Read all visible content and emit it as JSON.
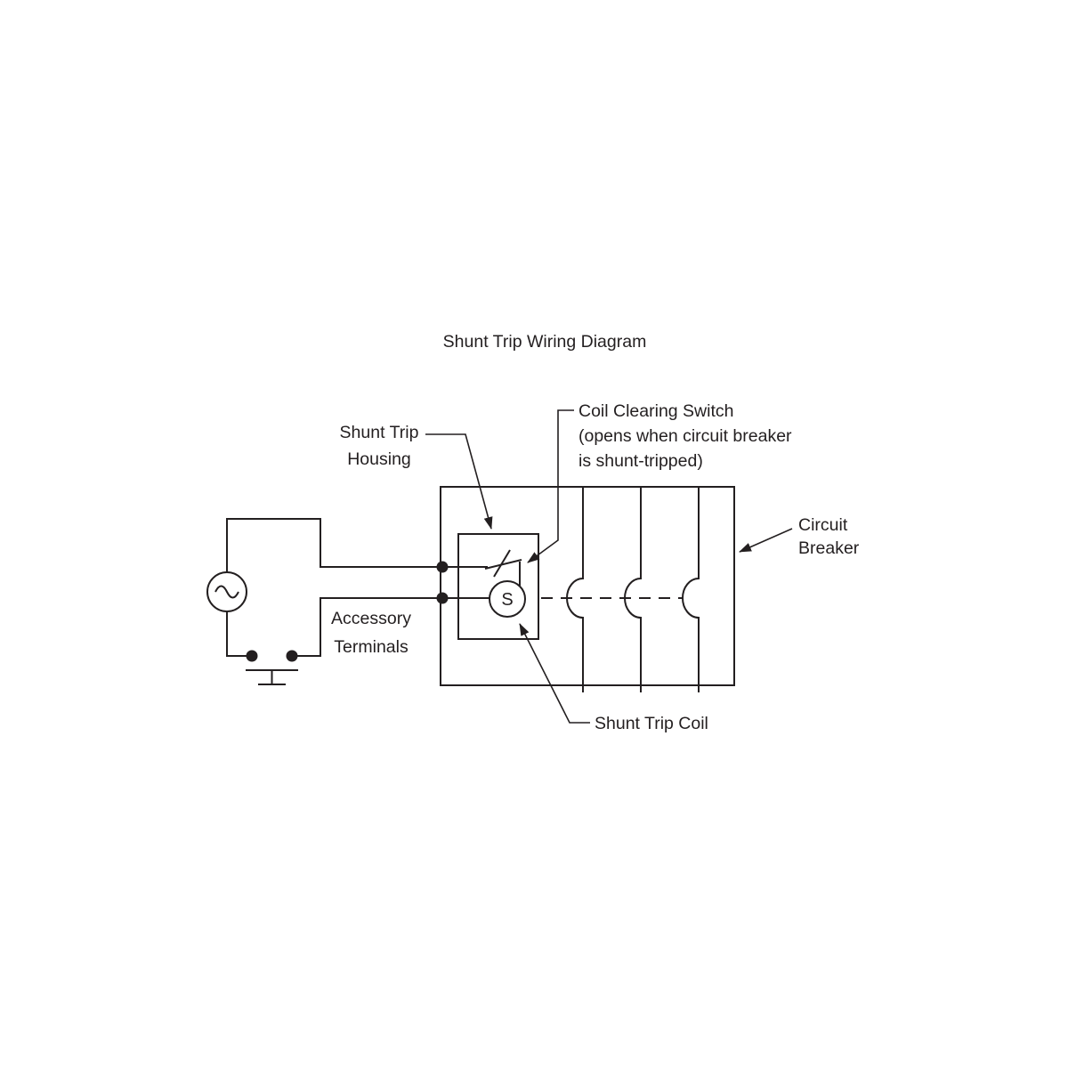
{
  "diagram": {
    "title": "Shunt Trip Wiring Diagram",
    "labels": {
      "shunt_trip_housing": {
        "line1": "Shunt Trip",
        "line2": "Housing"
      },
      "coil_clearing_switch": {
        "line1": "Coil Clearing Switch",
        "line2": "(opens when circuit breaker",
        "line3": "is shunt-tripped)"
      },
      "circuit_breaker": {
        "line1": "Circuit",
        "line2": "Breaker"
      },
      "accessory_terminals": {
        "line1": "Accessory",
        "line2": "Terminals"
      },
      "shunt_trip_coil": "Shunt Trip Coil"
    },
    "symbols": {
      "coil_letter": "S"
    },
    "colors": {
      "line": "#231f20",
      "background": "#ffffff"
    }
  }
}
